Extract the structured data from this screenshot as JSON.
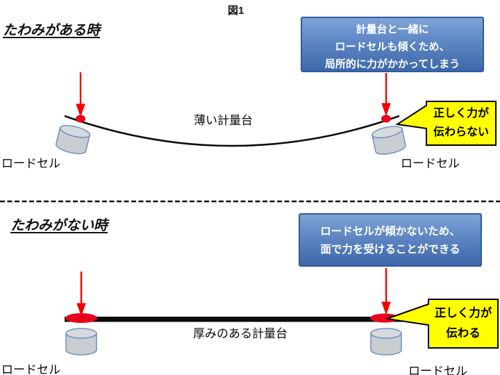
{
  "figure_title": "図1",
  "colors": {
    "accent_red": "#ff0000",
    "callout_blue_top": "#7ea3d7",
    "callout_blue_bottom": "#3e68aa",
    "callout_blue_border": "#2d5b9e",
    "callout_yellow": "#ffff00",
    "cylinder_fill": "#c9ced3",
    "cylinder_stroke": "#6e8fbf",
    "line_black": "#0a0a0a"
  },
  "section_deflection": {
    "heading": "たわみがある時",
    "blue_callout": "計量台と一緒に\nロードセルも傾くため、\n局所的に力がかかってしまう",
    "platform_label": "薄い計量台",
    "load_cell_label_left": "ロードセル",
    "load_cell_label_right": "ロードセル",
    "yellow_callout": "正しく力が\n伝わらない"
  },
  "section_no_deflection": {
    "heading": "たわみがない時",
    "blue_callout": "ロードセルが傾かないため、\n面で力を受けることができる",
    "platform_label": "厚みのある計量台",
    "load_cell_label_left": "ロードセル",
    "load_cell_label_right": "ロードセル",
    "yellow_callout": "正しく力が\n伝わる"
  }
}
